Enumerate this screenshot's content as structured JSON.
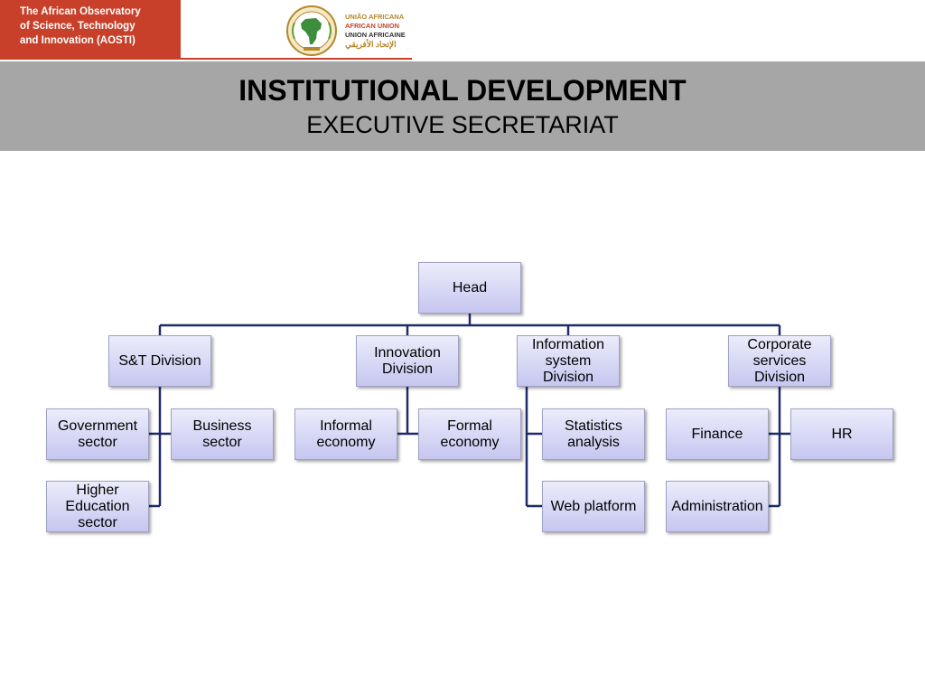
{
  "logo": {
    "aosti_lines": [
      "The African Observatory",
      "of Science, Technology",
      "and Innovation (AOSTI)"
    ],
    "au_lines": [
      "UNIÃO AFRICANA",
      "AFRICAN UNION",
      "UNION AFRICAINE",
      "الإتحاد الأفريقي"
    ],
    "aosti_color": "#c8402a",
    "au_gold": "#b8862a"
  },
  "header": {
    "title": "INSTITUTIONAL DEVELOPMENT",
    "subtitle": "EXECUTIVE SECRETARIAT",
    "band_color": "#a6a6a6"
  },
  "org": {
    "head": "Head",
    "divisions": {
      "st": "S&T Division",
      "innovation": "Innovation Division",
      "information": "Information system Division",
      "corporate": "Corporate services Division"
    },
    "units": {
      "government": "Government sector",
      "business": "Business sector",
      "higher_education": "Higher Education sector",
      "informal": "Informal economy",
      "formal": "Formal economy",
      "statistics": "Statistics analysis",
      "web": "Web platform",
      "finance": "Finance",
      "hr": "HR",
      "administration": "Administration"
    },
    "line_color": "#1f2a6b",
    "box_fill": "#c6c6f0"
  }
}
